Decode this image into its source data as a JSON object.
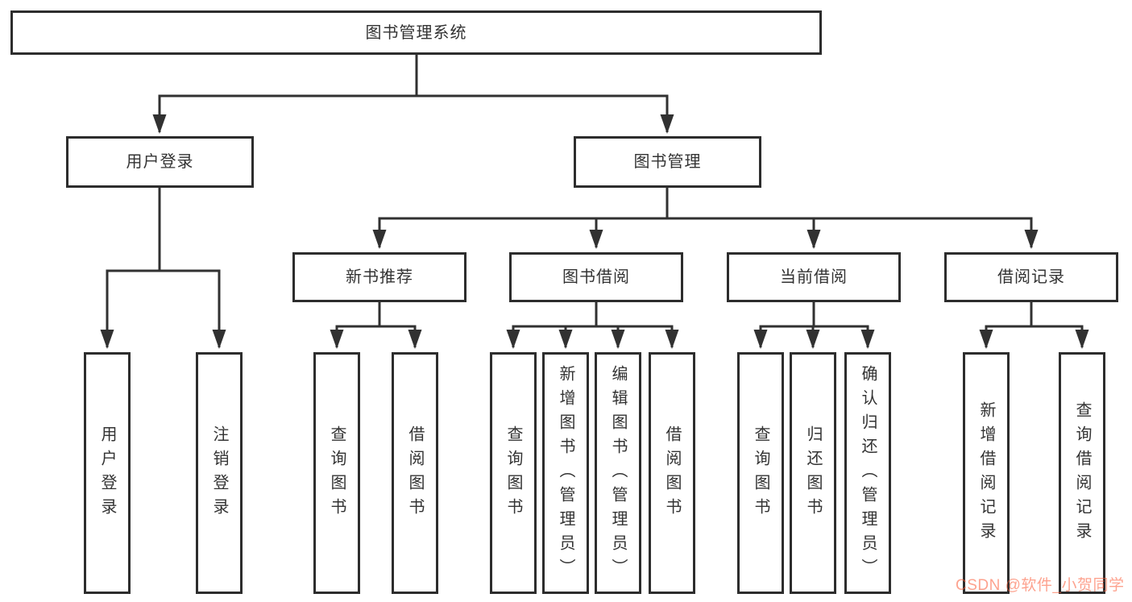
{
  "diagram": {
    "root": {
      "label": "图书管理系统"
    },
    "level2": [
      {
        "label": "用户登录"
      },
      {
        "label": "图书管理"
      }
    ],
    "level3": [
      {
        "label": "新书推荐"
      },
      {
        "label": "图书借阅"
      },
      {
        "label": "当前借阅"
      },
      {
        "label": "借阅记录"
      }
    ],
    "leaves": [
      {
        "label": "用户登录"
      },
      {
        "label": "注销登录"
      },
      {
        "label": "查询图书"
      },
      {
        "label": "借阅图书"
      },
      {
        "label": "查询图书"
      },
      {
        "label": "新增图书（管理员）"
      },
      {
        "label": "编辑图书（管理员）"
      },
      {
        "label": "借阅图书"
      },
      {
        "label": "查询图书"
      },
      {
        "label": "归还图书"
      },
      {
        "label": "确认归还（管理员）"
      },
      {
        "label": "新增借阅记录"
      },
      {
        "label": "查询借阅记录"
      }
    ],
    "watermark": "CSDN @软件_小贺同学",
    "colors": {
      "line": "#313131",
      "text": "#333333",
      "background": "#ffffff",
      "watermark": "#fc5531"
    }
  }
}
